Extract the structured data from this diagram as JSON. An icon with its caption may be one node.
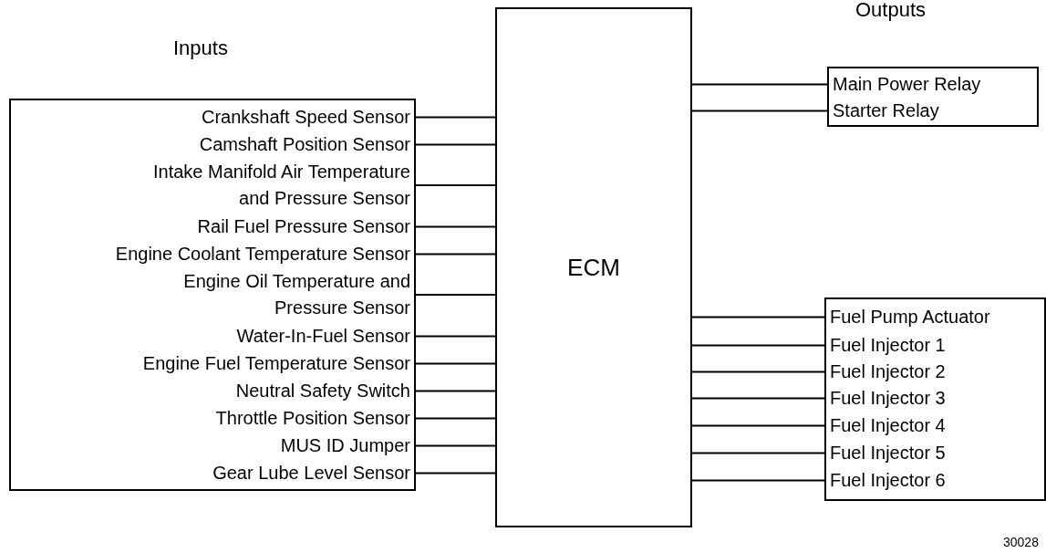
{
  "diagram": {
    "nodes": [
      {
        "text": [
          "Inputs"
        ]
      },
      {
        "text": [
          "Crankshaft Speed Sensor"
        ],
        "in": 0
      },
      {
        "text": [
          "Camshaft Position Sensor"
        ],
        "in": 0
      },
      {
        "text": [
          "Intake Manifold Air Temperature and Pressure Sensor"
        ],
        "in": 0
      },
      {
        "text": [
          "Rail Fuel Pressure Sensor"
        ],
        "in": 0
      },
      {
        "text": [
          "Engine Coolant Temperature Sensor"
        ],
        "in": 0
      },
      {
        "text": [
          "Engine Oil Temperature and Pressure Sensor"
        ],
        "in": 0
      },
      {
        "text": [
          "Water-In-Fuel Sensor"
        ],
        "in": 0
      },
      {
        "text": [
          "Engine Fuel Temperature Sensor"
        ],
        "in": 0
      },
      {
        "text": [
          "Neutral Safety Switch"
        ],
        "in": 0
      },
      {
        "text": [
          "Throttle Position Sensor"
        ],
        "in": 0
      },
      {
        "text": [
          "MUS ID Jumper"
        ],
        "in": 0
      },
      {
        "text": [
          "Gear Lube Level Sensor"
        ],
        "in": 0
      },
      {
        "text": [
          "ECM"
        ]
      },
      {
        "text": [
          "Outputs"
        ]
      },
      {
        "text": [
          "Main Power Relay"
        ],
        "in": 14
      },
      {
        "text": [
          "Starter Relay"
        ],
        "in": 14
      },
      {
        "text": [],
        "shape": "box"
      },
      {
        "text": [
          "Fuel Pump Actuator"
        ],
        "in": 17
      },
      {
        "text": [
          "Fuel Injector 1"
        ],
        "in": 17
      },
      {
        "text": [
          "Fuel Injector 2"
        ],
        "in": 17
      },
      {
        "text": [
          "Fuel Injector 3"
        ],
        "in": 17
      },
      {
        "text": [
          "Fuel Injector 4"
        ],
        "in": 17
      },
      {
        "text": [
          "Fuel Injector 5"
        ],
        "in": 17
      },
      {
        "text": [
          "Fuel Injector 6"
        ],
        "in": 17
      }
    ],
    "edges": [
      {
        "from": 1,
        "to": 13,
        "arrow": "none"
      },
      {
        "from": 2,
        "to": 13,
        "arrow": "none"
      },
      {
        "from": 3,
        "to": 13,
        "arrow": "none"
      },
      {
        "from": 4,
        "to": 13,
        "arrow": "none"
      },
      {
        "from": 5,
        "to": 13,
        "arrow": "none"
      },
      {
        "from": 6,
        "to": 13,
        "arrow": "none"
      },
      {
        "from": 7,
        "to": 13,
        "arrow": "none"
      },
      {
        "from": 8,
        "to": 13,
        "arrow": "none"
      },
      {
        "from": 9,
        "to": 13,
        "arrow": "none"
      },
      {
        "from": 10,
        "to": 13,
        "arrow": "none"
      },
      {
        "from": 11,
        "to": 13,
        "arrow": "none"
      },
      {
        "from": 12,
        "to": 13,
        "arrow": "none"
      },
      {
        "from": 13,
        "to": 15,
        "arrow": "none"
      },
      {
        "from": 13,
        "to": 16,
        "arrow": "none"
      },
      {
        "from": 13,
        "to": 18,
        "arrow": "none"
      },
      {
        "from": 13,
        "to": 19,
        "arrow": "none"
      },
      {
        "from": 13,
        "to": 20,
        "arrow": "none"
      },
      {
        "from": 13,
        "to": 21,
        "arrow": "none"
      },
      {
        "from": 13,
        "to": 22,
        "arrow": "none"
      },
      {
        "from": 13,
        "to": 23,
        "arrow": "none"
      },
      {
        "from": 13,
        "to": 24,
        "arrow": "none"
      }
    ],
    "labels": [
      "30028"
    ]
  }
}
